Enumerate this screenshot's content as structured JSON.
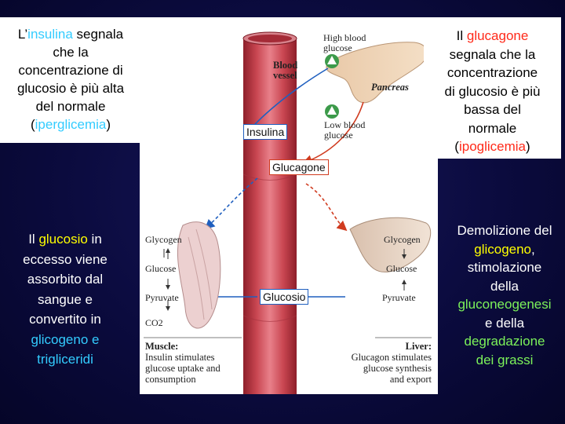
{
  "top_left": {
    "prefix": "L’",
    "insulina": "insulina",
    "line1_rest": " segnala",
    "line2": "che la",
    "line3": "concentrazione di",
    "line4": "glucosio è più alta",
    "line5": "del normale",
    "paren_open": "(",
    "iperglicemia": "iperglicemia",
    "paren_close": ")"
  },
  "top_right": {
    "line1_a": "Il ",
    "glucagone": "glucagone",
    "line2": "segnala che la",
    "line3": "concentrazione",
    "line4": "di glucosio è più",
    "line5": "bassa del",
    "line6": "normale",
    "paren_open": "(",
    "ipoglicemia": "ipoglicemia",
    "paren_close": ")"
  },
  "left_text": {
    "line1_a": "Il ",
    "glucosio": "glucosio",
    "line1_b": " in",
    "line2": "eccesso viene",
    "line3": "assorbito dal",
    "line4": "sangue e",
    "line5": "convertito in",
    "line6": "glicogeno e",
    "line7": "trigliceridi"
  },
  "right_text": {
    "line1": "Demolizione del",
    "glicogeno": "glicogeno",
    "comma": ",",
    "line3": "stimolazione",
    "line4": "della",
    "gluconeogenesi": "gluconeogenesi",
    "line6": "e della",
    "degradazione": "degradazione",
    "grassi": "dei grassi"
  },
  "labels": {
    "insulina": "Insulina",
    "glucagone": "Glucagone",
    "glucosio": "Glucosio"
  },
  "figure": {
    "high_blood": "High blood",
    "glucose1": "glucose",
    "blood": "Blood",
    "vessel": "vessel",
    "pancreas": "Pancreas",
    "low_blood": "Low blood",
    "glucose2": "glucose",
    "m_glycogen": "Glycogen",
    "m_glucose": "Glucose",
    "m_pyruvate": "Pyruvate",
    "m_co2": "CO2",
    "l_glycogen": "Glycogen",
    "l_glucose": "Glucose",
    "l_pyruvate": "Pyruvate",
    "muscle_title": "Muscle:",
    "muscle_l1": "Insulin stimulates",
    "muscle_l2": "glucose uptake and",
    "muscle_l3": "consumption",
    "liver_title": "Liver:",
    "liver_l1": "Glucagon stimulates",
    "liver_l2": "glucose synthesis",
    "liver_l3": "and export"
  },
  "colors": {
    "background": "#0b0b3e",
    "insulina_text": "#33ccff",
    "glucagone_text": "#ff2a1a",
    "glucosio_text": "#ffff00",
    "glicogeno_text": "#7cf25a",
    "blue_arrow": "#1f5fbf",
    "red_arrow": "#d03b1f"
  }
}
